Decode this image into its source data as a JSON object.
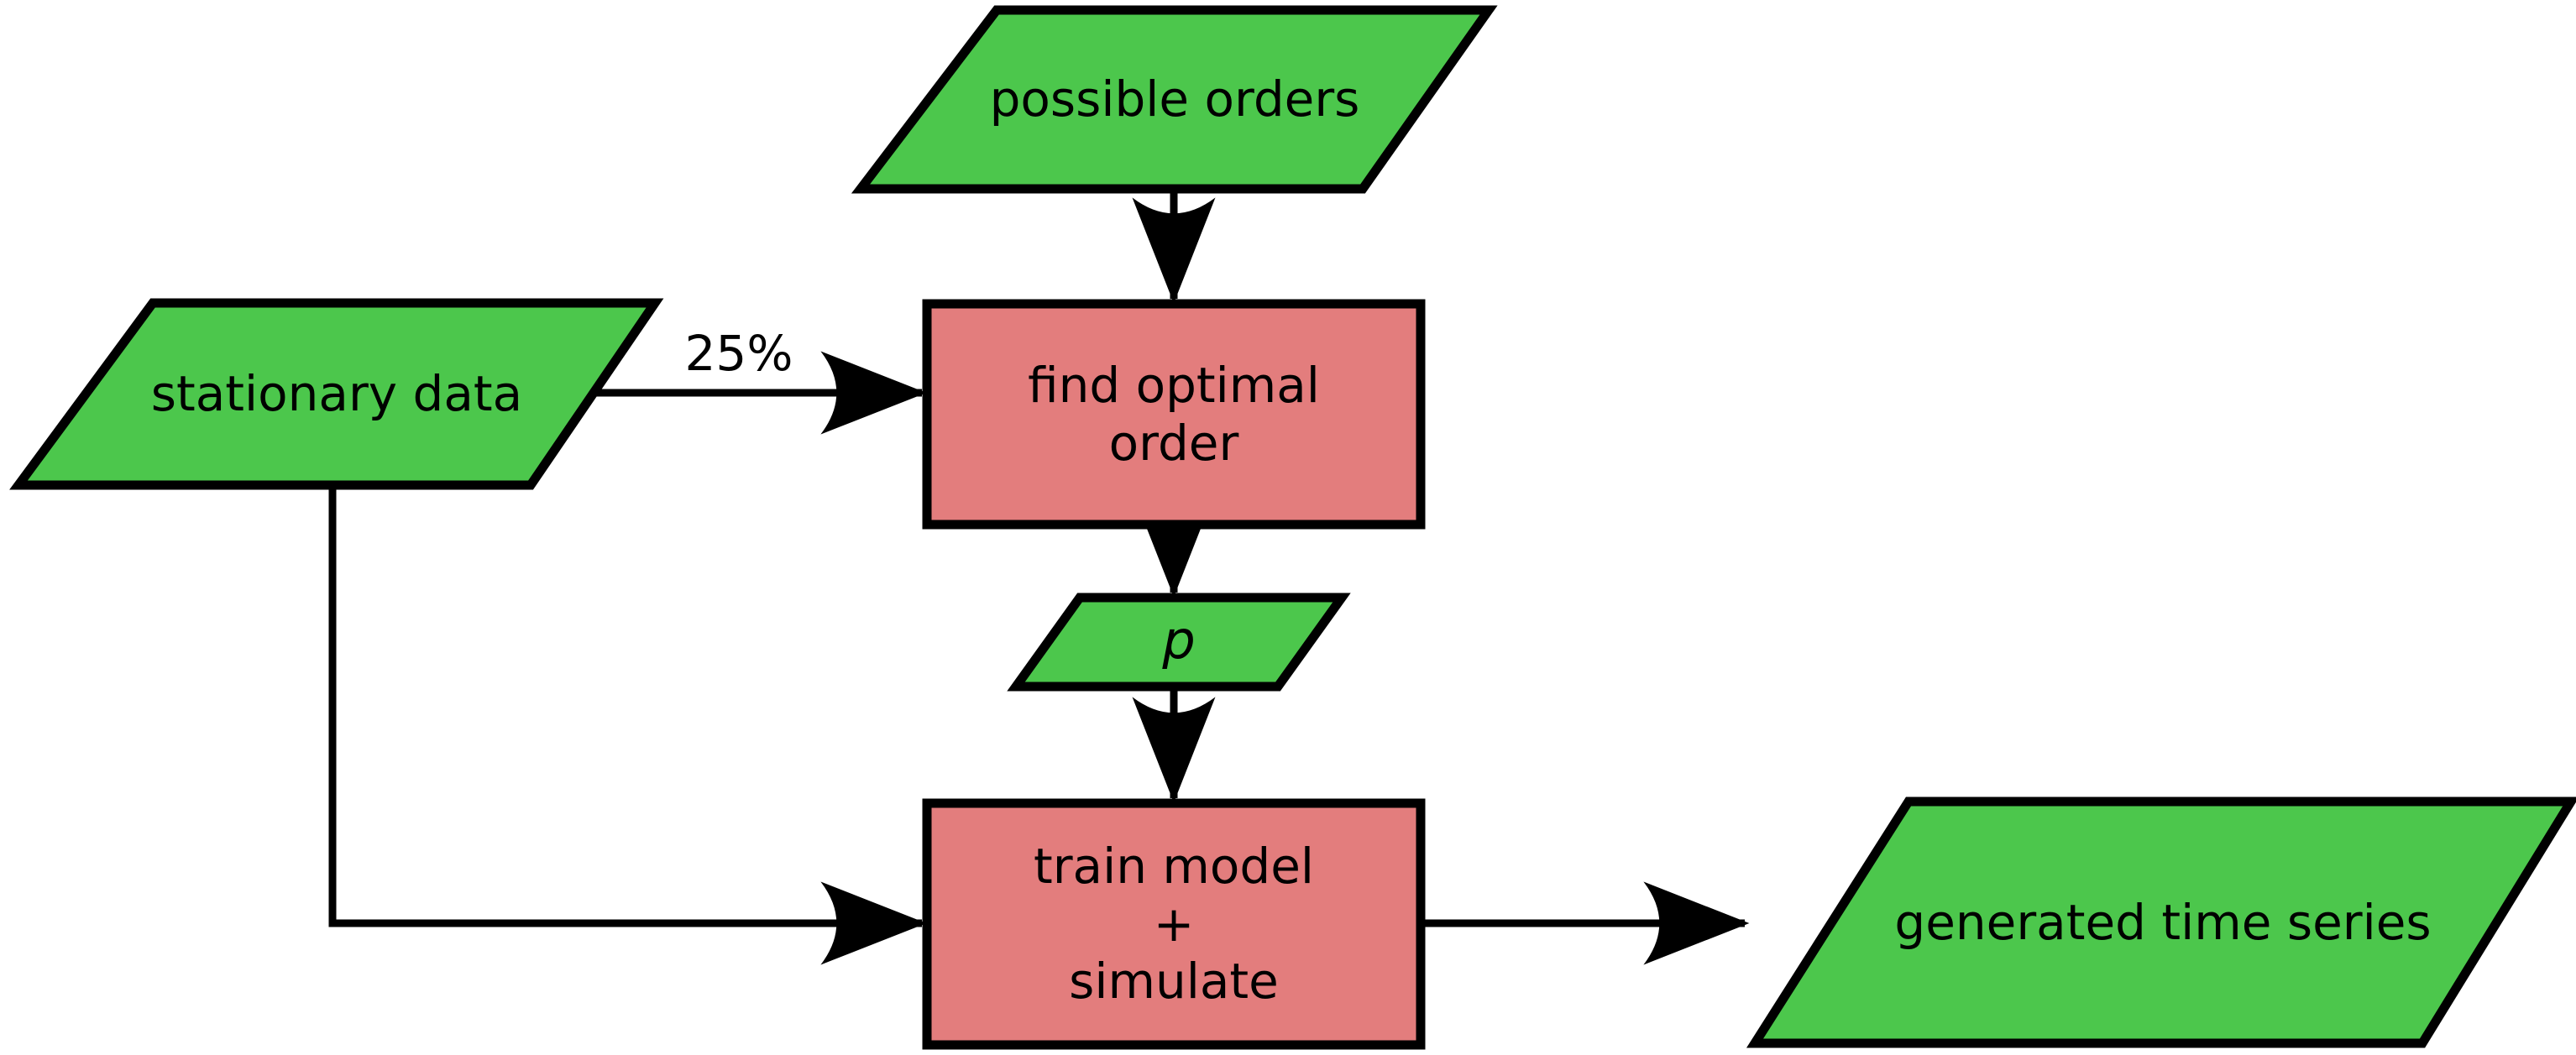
{
  "diagram": {
    "type": "flowchart",
    "title": "",
    "background_color": "#ffffff",
    "colors": {
      "data_node_fill": "#4CC74C",
      "process_node_fill": "#E37D7D",
      "stroke": "#000000",
      "text": "#000000"
    },
    "nodes": [
      {
        "id": "possible-orders",
        "label": "possible orders",
        "shape": "parallelogram",
        "role": "data",
        "fill": "#4CC74C"
      },
      {
        "id": "stationary-data",
        "label": "stationary data",
        "shape": "parallelogram",
        "role": "data",
        "fill": "#4CC74C"
      },
      {
        "id": "find-optimal-order",
        "label": "find optimal\norder",
        "shape": "rectangle",
        "role": "process",
        "fill": "#E37D7D"
      },
      {
        "id": "p-order",
        "label": "p",
        "shape": "parallelogram",
        "role": "data",
        "fill": "#4CC74C",
        "italic": true
      },
      {
        "id": "train-model-simulate",
        "label": "train model\n+\nsimulate",
        "shape": "rectangle",
        "role": "process",
        "fill": "#E37D7D"
      },
      {
        "id": "generated-time-series",
        "label": "generated time series",
        "shape": "parallelogram",
        "role": "data",
        "fill": "#4CC74C"
      }
    ],
    "edges": [
      {
        "id": "e1",
        "from": "possible-orders",
        "to": "find-optimal-order",
        "label": ""
      },
      {
        "id": "e2",
        "from": "stationary-data",
        "to": "find-optimal-order",
        "label": "25%"
      },
      {
        "id": "e3",
        "from": "find-optimal-order",
        "to": "p-order",
        "label": ""
      },
      {
        "id": "e4",
        "from": "p-order",
        "to": "train-model-simulate",
        "label": ""
      },
      {
        "id": "e5",
        "from": "stationary-data",
        "to": "train-model-simulate",
        "label": ""
      },
      {
        "id": "e6",
        "from": "train-model-simulate",
        "to": "generated-time-series",
        "label": ""
      }
    ]
  }
}
